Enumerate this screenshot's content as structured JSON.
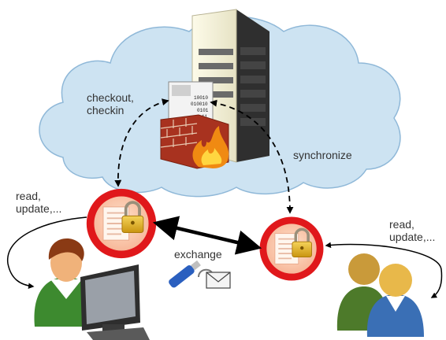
{
  "labels": {
    "checkout": [
      "checkout,",
      "checkin"
    ],
    "synchronize": "synchronize",
    "read_left": [
      "read,",
      "update,..."
    ],
    "read_right": [
      "read,",
      "update,..."
    ],
    "exchange": "exchange",
    "server_doc_bits": [
      "10010",
      "010010",
      "0101",
      "11"
    ]
  },
  "colors": {
    "cloud_fill": "#cde3f2",
    "cloud_stroke": "#8fb8d8",
    "lock_ring": "#e0181b",
    "arrow": "#000000",
    "firewall": "#a8321f",
    "person_green": "#3d8a2f",
    "person_blue": "#3a6fb5"
  },
  "icons": [
    "cloud-icon",
    "server-rack-icon",
    "document-icon",
    "firewall-icon",
    "fire-icon",
    "locked-file-icon",
    "user-at-computer-icon",
    "user-group-icon",
    "usb-stick-icon",
    "email-icon"
  ]
}
